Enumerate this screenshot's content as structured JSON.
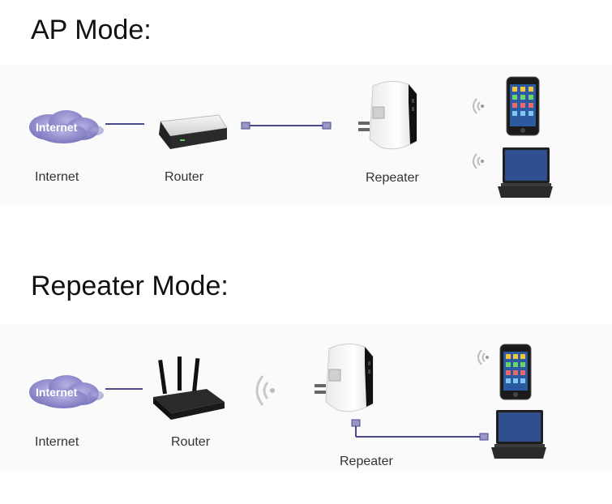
{
  "ap_mode": {
    "title": "AP Mode:",
    "cloud_text": "Internet",
    "labels": {
      "internet": "Internet",
      "router": "Router",
      "repeater": "Repeater"
    }
  },
  "repeater_mode": {
    "title": "Repeater Mode:",
    "cloud_text": "Internet",
    "labels": {
      "internet": "Internet",
      "router": "Router",
      "repeater": "Repeater"
    }
  },
  "colors": {
    "cloud": "#8b86c8",
    "line": "#4a4a8a",
    "device_dark": "#1a1a1a",
    "screen": "#2f4f8f"
  },
  "icons": [
    "internet-cloud-icon",
    "router-icon",
    "wireless-router-icon",
    "repeater-icon",
    "smartphone-icon",
    "laptop-icon",
    "wifi-signal-icon",
    "ethernet-cable-icon"
  ]
}
